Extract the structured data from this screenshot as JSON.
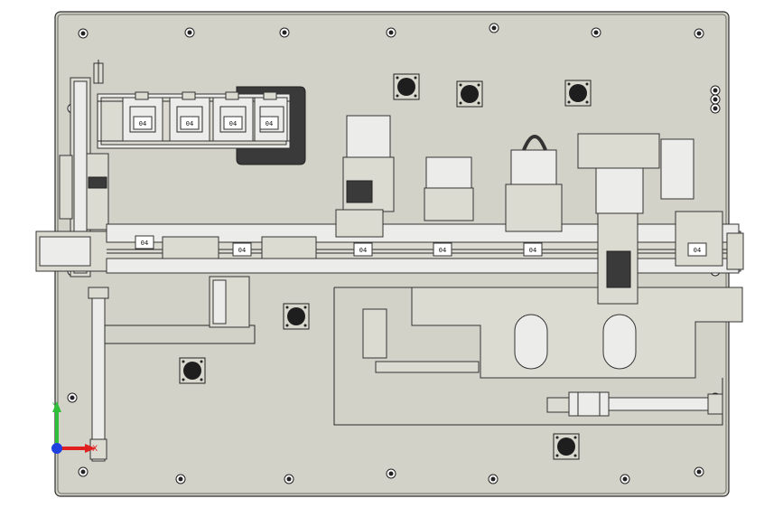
{
  "axis_triad": {
    "y_label": "Y",
    "x_label": "X",
    "y_color": "#2fbf3a",
    "x_color": "#e02020",
    "origin_color": "#2040e0"
  },
  "module_labels": [
    "04",
    "04",
    "04",
    "04",
    "04",
    "04",
    "04",
    "04",
    "04",
    "04"
  ],
  "colors": {
    "background": "#ffffff",
    "base_plate": "#d3d2c8",
    "dark_cutout": "#3a3a3a",
    "line": "#2a2a2a"
  }
}
